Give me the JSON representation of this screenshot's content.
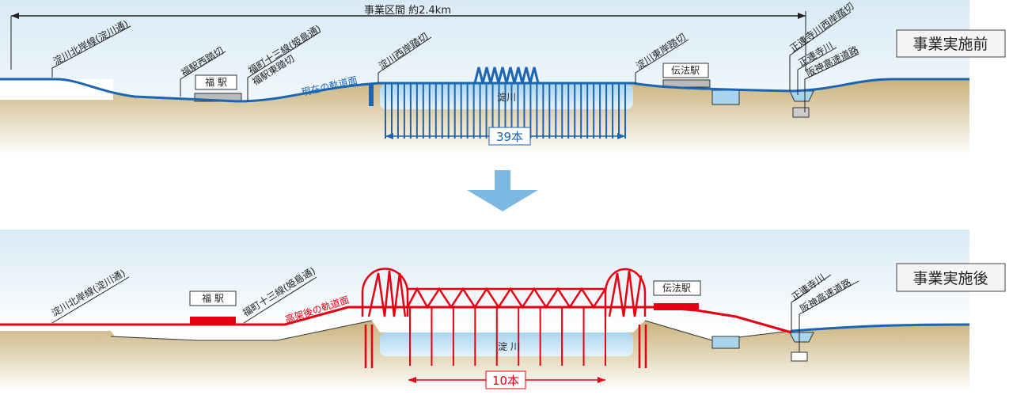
{
  "span_label": "事業区間 約2.4km",
  "before": {
    "title": "事業実施前",
    "track_label": "現在の軌道面",
    "river": "淀川",
    "pier_count": "39本",
    "labels": {
      "yodogawa_north": "淀川北岸線(淀川通)",
      "fuku_west_crossing": "福駅西踏切",
      "fukumachi_line": "福町十三線(姫島通)",
      "fuku_east_crossing": "福駅東踏切",
      "yodo_west_crossing": "淀川西岸踏切",
      "yodo_east_crossing": "淀川東岸踏切",
      "shorenji_west_crossing": "正連寺川西岸踏切",
      "shorenji_river": "正連寺川",
      "hanshin_expressway": "阪神高速道路"
    },
    "stations": {
      "fuku": "福 駅",
      "denpo": "伝法駅"
    }
  },
  "after": {
    "title": "事業実施後",
    "track_label": "高架後の軌道面",
    "river": "淀 川",
    "pier_count": "10本",
    "labels": {
      "yodogawa_north": "淀川北岸線(淀川通)",
      "fukumachi_line": "福町十三線(姫島通)",
      "shorenji_river": "正連寺川",
      "hanshin_expressway": "阪神高速道路"
    },
    "stations": {
      "fuku": "福 駅",
      "denpo": "伝法駅"
    }
  },
  "colors": {
    "before_track": "#1a66b5",
    "after_track": "#e60012",
    "arrow": "#7db8e2"
  }
}
